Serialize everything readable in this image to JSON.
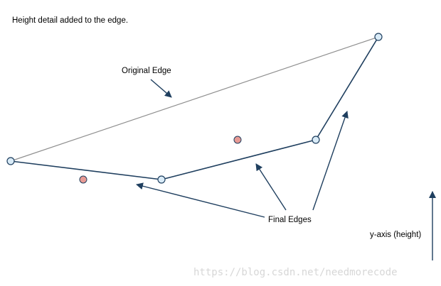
{
  "title": "Height detail added to the edge.",
  "labels": {
    "original_edge": "Original Edge",
    "final_edges": "Final Edges",
    "y_axis": "y-axis (height)"
  },
  "watermark": "https://blog.csdn.net/needmorecode",
  "colors": {
    "original_edge": "#8f8f8f",
    "final_edge": "#1f3f5f",
    "arrow": "#1f3f5f",
    "vertex_fill": "#d9ebf7",
    "vertex_stroke": "#1f3f5f",
    "point_fill": "#e89a94",
    "point_stroke": "#1f3f5f",
    "watermark": "#d7d7d7"
  }
}
